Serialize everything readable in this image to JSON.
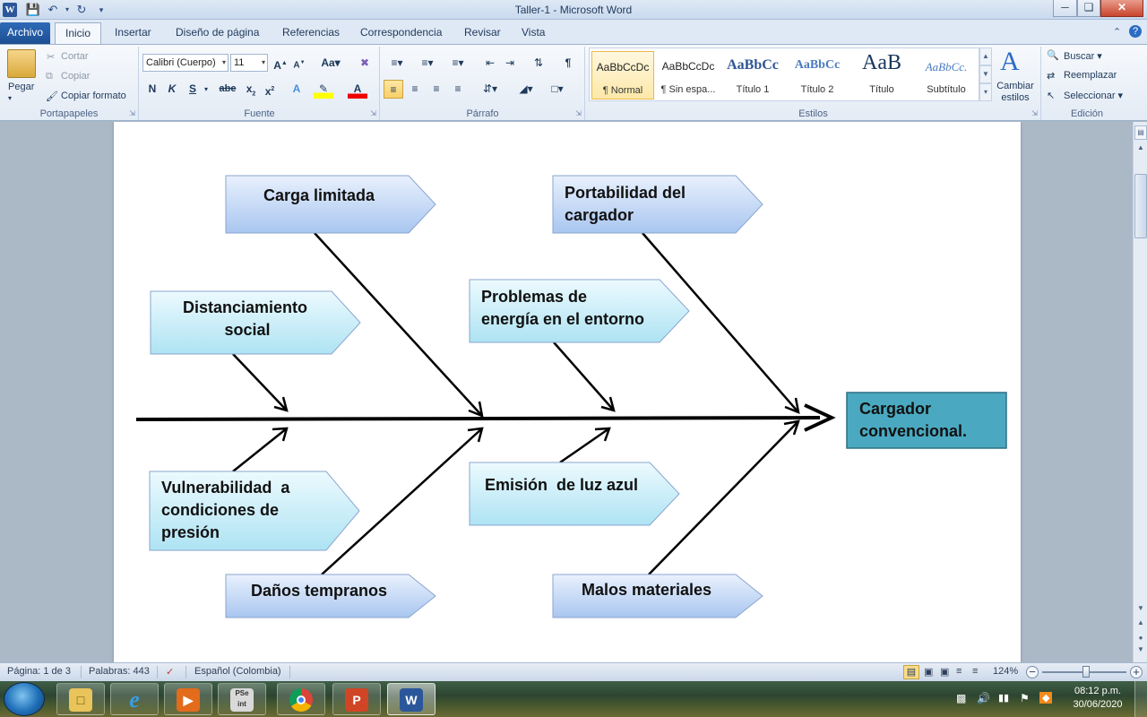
{
  "window": {
    "title": "Taller-1  -  Microsoft Word",
    "app_icon": "W"
  },
  "ribbon_tabs": [
    {
      "label": "Archivo"
    },
    {
      "label": "Inicio"
    },
    {
      "label": "Insertar"
    },
    {
      "label": "Diseño de página"
    },
    {
      "label": "Referencias"
    },
    {
      "label": "Correspondencia"
    },
    {
      "label": "Revisar"
    },
    {
      "label": "Vista"
    }
  ],
  "clipboard": {
    "paste": "Pegar",
    "cut": "Cortar",
    "copy": "Copiar",
    "format_painter": "Copiar formato",
    "group": "Portapapeles"
  },
  "font": {
    "family": "Calibri (Cuerpo)",
    "size": "11",
    "group": "Fuente",
    "bold": "N",
    "italic": "K",
    "underline": "S"
  },
  "paragraph": {
    "group": "Párrafo"
  },
  "styles": {
    "group": "Estilos",
    "change_styles": "Cambiar estilos",
    "items": [
      {
        "sample": "AaBbCcDc",
        "name": "¶ Normal"
      },
      {
        "sample": "AaBbCcDc",
        "name": "¶ Sin espa..."
      },
      {
        "sample": "AaBbCc",
        "name": "Título 1"
      },
      {
        "sample": "AaBbCc",
        "name": "Título 2"
      },
      {
        "sample": "AaB",
        "name": "Título"
      },
      {
        "sample": "AaBbCc.",
        "name": "Subtítulo"
      }
    ]
  },
  "editing": {
    "group": "Edición",
    "find": "Buscar",
    "replace": "Reemplazar",
    "select": "Seleccionar"
  },
  "diagram": {
    "effect": "Cargador convencional.",
    "effect_lines": [
      "Cargador",
      "convencional."
    ],
    "causes": {
      "top_far_left": "Carga limitada",
      "top_far_right": [
        "Portabilidad del",
        "cargador"
      ],
      "top_near_left": [
        "Distanciamiento",
        "social"
      ],
      "top_near_right": [
        "Problemas de",
        "energía en el entorno"
      ],
      "bottom_near_left": [
        "Vulnerabilidad  a",
        "condiciones de",
        "presión"
      ],
      "bottom_near_right": "Emisión  de luz azul",
      "bottom_far_left": "Daños tempranos",
      "bottom_far_right": "Malos materiales"
    }
  },
  "status_bar": {
    "page": "Página: 1 de 3",
    "words": "Palabras: 443",
    "language": "Español (Colombia)",
    "zoom": "124%"
  },
  "taskbar": {
    "time": "08:12 p.m.",
    "date": "30/06/2020"
  },
  "colors": {
    "accent_blue": "#2b579a",
    "cause_box_light_blue": "#bcd4f5",
    "cause_box_cyan": "#c6eef8",
    "effect_box": "#4aa9c0"
  }
}
